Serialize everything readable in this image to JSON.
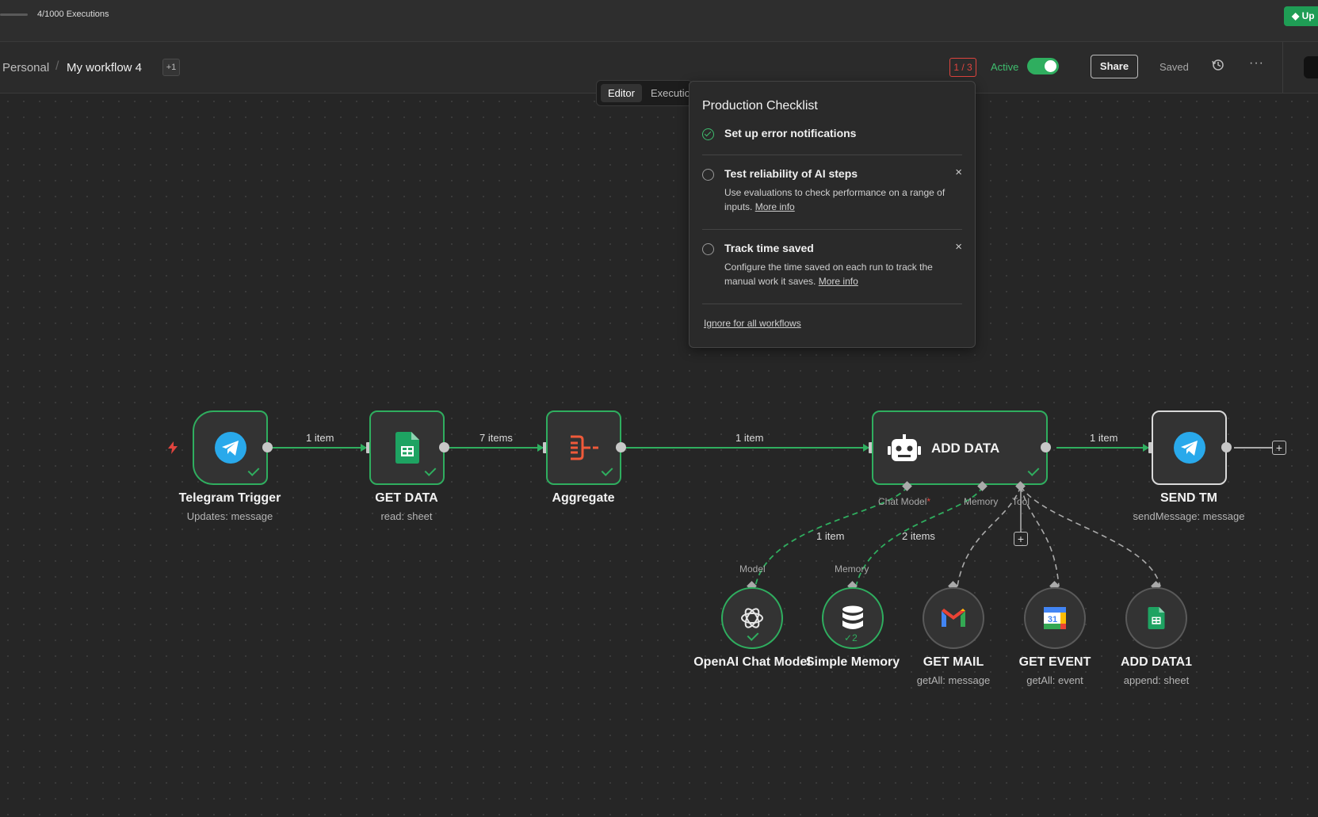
{
  "topbar": {
    "executions": "4/1000 Executions",
    "upgrade_label": "Up"
  },
  "header": {
    "breadcrumb_project": "Personal",
    "workflow_name": "My workflow 4",
    "tag_more": "+1",
    "checklist_counter": "1 / 3",
    "active_label": "Active",
    "active": true,
    "share_label": "Share",
    "saved_label": "Saved",
    "more_label": "···"
  },
  "view_toggle": {
    "editor": "Editor",
    "executions": "Executions"
  },
  "checklist": {
    "title": "Production Checklist",
    "items": [
      {
        "title": "Set up error notifications",
        "done": true
      },
      {
        "title": "Test reliability of AI steps",
        "done": false,
        "desc": "Use evaluations to check performance on a range of inputs.",
        "link": "More info"
      },
      {
        "title": "Track time saved",
        "done": false,
        "desc": "Configure the time saved on each run to track the manual work it saves.",
        "link": "More info"
      }
    ],
    "close_icon": "×",
    "ignore_link": "Ignore for all workflows"
  },
  "nodes": {
    "telegram_trigger": {
      "label": "Telegram Trigger",
      "sub": "Updates: message"
    },
    "get_data": {
      "label": "GET DATA",
      "sub": "read: sheet"
    },
    "aggregate": {
      "label": "Aggregate",
      "sub": ""
    },
    "add_data": {
      "label": "ADD DATA",
      "sub": ""
    },
    "send_tm": {
      "label": "SEND TM",
      "sub": "sendMessage: message"
    },
    "openai": {
      "label": "OpenAI Chat Model",
      "sub": ""
    },
    "simple_memory": {
      "label": "Simple Memory",
      "sub": "",
      "runs": "2"
    },
    "get_mail": {
      "label": "GET MAIL",
      "sub": "getAll: message"
    },
    "get_event": {
      "label": "GET EVENT",
      "sub": "getAll: event"
    },
    "add_data1": {
      "label": "ADD DATA1",
      "sub": "append: sheet"
    }
  },
  "edges": {
    "e1": "1 item",
    "e2": "7 items",
    "e3": "1 item",
    "e4": "1 item",
    "model": "1 item",
    "memory": "2 items"
  },
  "ports": {
    "chat_model": "Chat Model",
    "required_mark": "*",
    "memory": "Memory",
    "tool": "Tool",
    "model_in": "Model",
    "memory_in": "Memory"
  },
  "calendar_day": "31",
  "colors": {
    "success": "#2fae5f",
    "error": "#e0443e",
    "canvas": "#262626"
  }
}
